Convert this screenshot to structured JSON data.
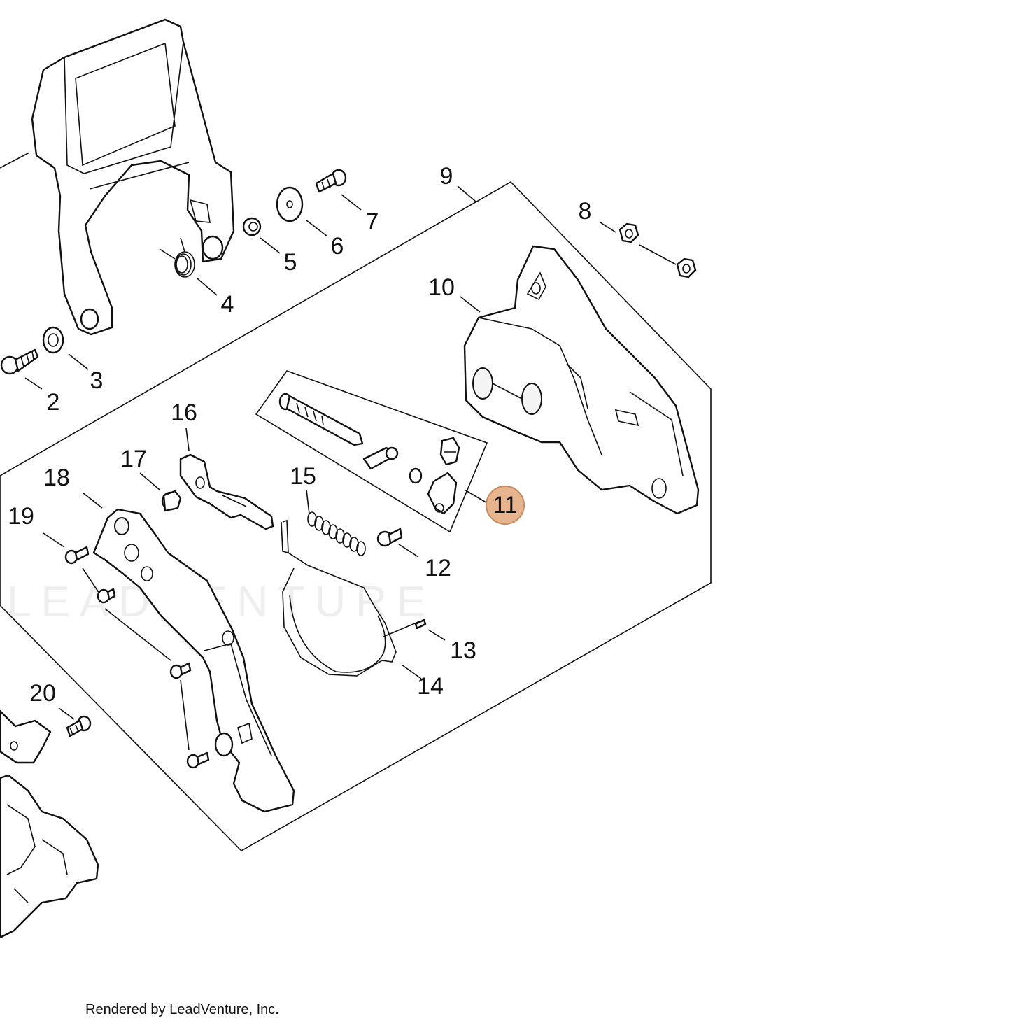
{
  "diagram": {
    "watermark_text": "LEADVENTURE",
    "credit_text": "Rendered by LeadVenture, Inc.",
    "highlight_color": "#e6b48d",
    "labels": [
      {
        "id": "2",
        "text": "2"
      },
      {
        "id": "3",
        "text": "3"
      },
      {
        "id": "4",
        "text": "4"
      },
      {
        "id": "5",
        "text": "5"
      },
      {
        "id": "6",
        "text": "6"
      },
      {
        "id": "7",
        "text": "7"
      },
      {
        "id": "8",
        "text": "8"
      },
      {
        "id": "9",
        "text": "9"
      },
      {
        "id": "10",
        "text": "10"
      },
      {
        "id": "11",
        "text": "11"
      },
      {
        "id": "12",
        "text": "12"
      },
      {
        "id": "13",
        "text": "13"
      },
      {
        "id": "14",
        "text": "14"
      },
      {
        "id": "15",
        "text": "15"
      },
      {
        "id": "16",
        "text": "16"
      },
      {
        "id": "17",
        "text": "17"
      },
      {
        "id": "18",
        "text": "18"
      },
      {
        "id": "19",
        "text": "19"
      },
      {
        "id": "20",
        "text": "20"
      }
    ]
  }
}
